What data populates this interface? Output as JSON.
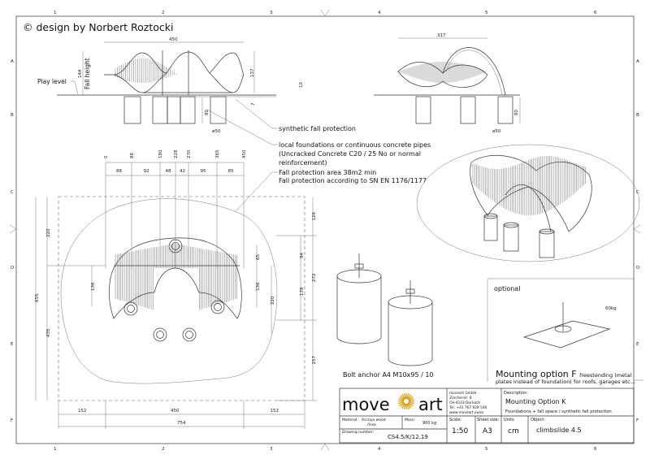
{
  "sheet": {
    "copyright": "© design by Norbert Roztocki",
    "grid_columns": [
      "1",
      "2",
      "3",
      "4",
      "5",
      "6"
    ],
    "grid_rows": [
      "A",
      "B",
      "C",
      "D",
      "E",
      "F"
    ]
  },
  "side_view": {
    "width_dim": "450",
    "fall_height_label": "Fall height",
    "fall_height_dim": "144",
    "height_dim": "137",
    "gap_dim": "10",
    "ground_dim": "7",
    "foundation_depth": "80",
    "foundation_diameter": "ø50",
    "play_level_label": "Play level"
  },
  "front_view": {
    "width_dim": "317",
    "foundation_depth": "80",
    "foundation_diameter": "ø50"
  },
  "notes": {
    "synthetic": "synthetic fall protection",
    "foundations_1": "local foundations or continuous concrete pipes",
    "foundations_2": "(Uncracked Concrete C20 / 25 No or normal",
    "foundations_3": "reinforcement)",
    "fall_area_1": "Fall protection area 38m2 min",
    "fall_area_2": "Fall protection according to SN EN 1176/1177"
  },
  "plan_view": {
    "top_ticks": [
      "0",
      "88",
      "180",
      "228",
      "270",
      "365",
      "450"
    ],
    "top_segments": [
      "88",
      "92",
      "48",
      "42",
      "95",
      "85"
    ],
    "bottom_segments": [
      "152",
      "450",
      "152"
    ],
    "total_width": "754",
    "left_total": "655",
    "left_parts": [
      "220",
      "435"
    ],
    "left_inner": "136",
    "right_outer": [
      "126",
      "272",
      "257"
    ],
    "right_mid": [
      "94",
      "178"
    ],
    "right_inner": "220",
    "right_small": [
      "65",
      "136"
    ]
  },
  "bolt_anchor": {
    "label": "Bolt anchor A4 M10x95 / 10"
  },
  "optional": {
    "label": "optional",
    "weight": "60kg",
    "title": "Mounting option F",
    "desc_1": "freestending (metal",
    "desc_2": "plates instead of foundation( for roofs, garages etc..."
  },
  "title_block": {
    "logo_left": "move",
    "logo_right": "art",
    "brand_color": "#d4a017",
    "company": [
      "moveart GmbH",
      "Zürcherstr. 8",
      "CH-4143 Dornach",
      "Tel. +41 767 929 546",
      "www.moveart.swiss"
    ],
    "description_label": "Description:",
    "description_title": "Mounting Option K",
    "description_sub": "Foundations + fall space / synthetic fall protection",
    "material_label": "Material:",
    "material_value_1": "Accoya wood",
    "material_value_2": "/Inox",
    "mass_label": "Mass:",
    "mass_value": "900 kg",
    "drawing_number_label": "Drawing number:",
    "drawing_number": "CS4.5/K/12.19",
    "scale_label": "Scale:",
    "scale_value": "1:50",
    "sheet_label": "Sheet size:",
    "sheet_value": "A3",
    "units_label": "Units",
    "units_value": "cm",
    "object_label": "Object:",
    "object_value": "climbslide 4.5"
  }
}
